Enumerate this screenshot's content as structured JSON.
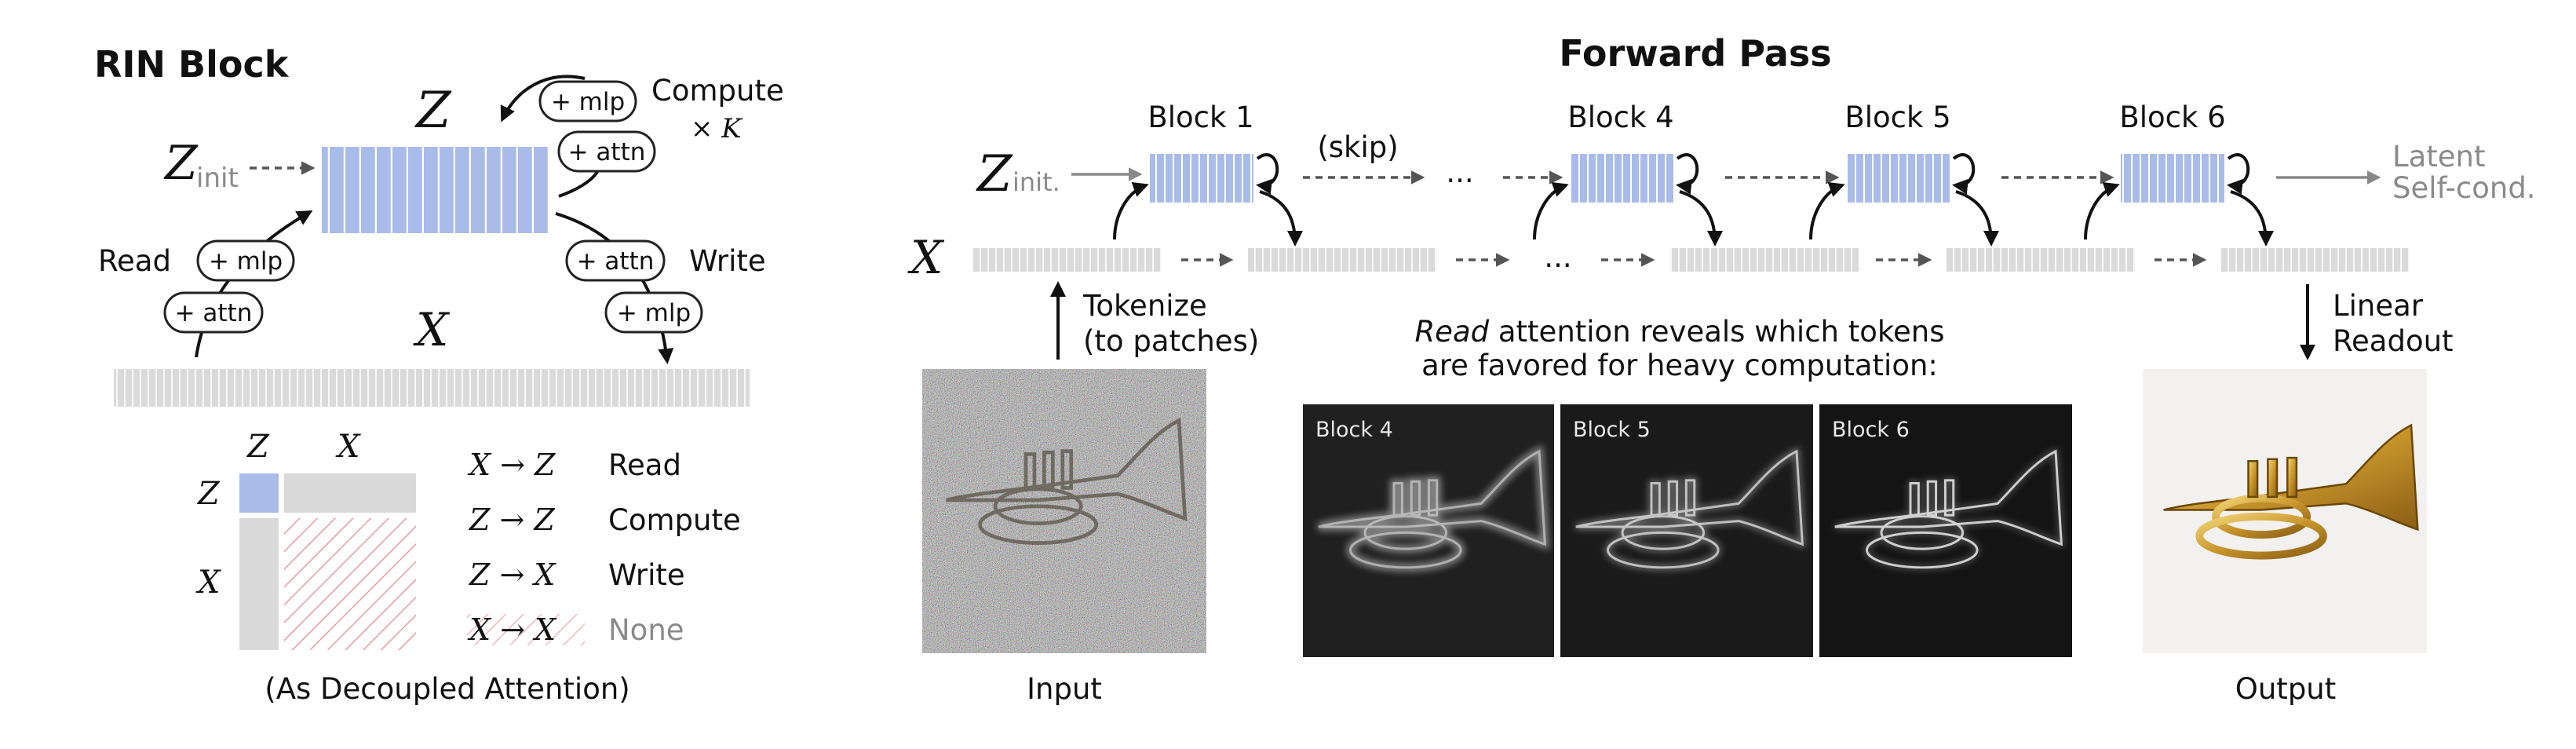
{
  "rin_block": {
    "title": "RIN Block",
    "z_symbol": "Z",
    "x_symbol": "X",
    "z_init_z": "Z",
    "z_init_sub": "init",
    "compute_label": "Compute",
    "compute_times": "× K",
    "read_label": "Read",
    "write_label": "Write",
    "pills": {
      "mlp": "+ mlp",
      "attn": "+ attn"
    },
    "matrix": {
      "col_z": "Z",
      "col_x": "X",
      "row_z": "Z",
      "row_x": "X"
    },
    "legend": [
      {
        "expr": "X → Z",
        "label": "Read"
      },
      {
        "expr": "Z → Z",
        "label": "Compute"
      },
      {
        "expr": "Z → X",
        "label": "Write"
      },
      {
        "expr": "X → X",
        "label": "None"
      }
    ],
    "caption": "(As Decoupled Attention)",
    "colors": {
      "latent": "#a9bce9",
      "data": "#d9d9d9",
      "hatch": "#e89aa4"
    }
  },
  "forward_pass": {
    "title": "Forward Pass",
    "z_init_z": "Z",
    "z_init_sub": "init.",
    "x_symbol": "X",
    "blocks": [
      "Block 1",
      "Block 4",
      "Block 5",
      "Block 6"
    ],
    "skip_label": "(skip)",
    "ellipsis": "...",
    "latent_selfcond_1": "Latent",
    "latent_selfcond_2": "Self-cond.",
    "tokenize_1": "Tokenize",
    "tokenize_2": "(to patches)",
    "readout_1": "Linear",
    "readout_2": "Readout",
    "read_note_1_italic": "Read",
    "read_note_1_rest": " attention reveals which tokens",
    "read_note_2": "are favored for heavy computation:",
    "attention_maps": [
      "Block 4",
      "Block 5",
      "Block 6"
    ],
    "input_label": "Input",
    "output_label": "Output"
  }
}
